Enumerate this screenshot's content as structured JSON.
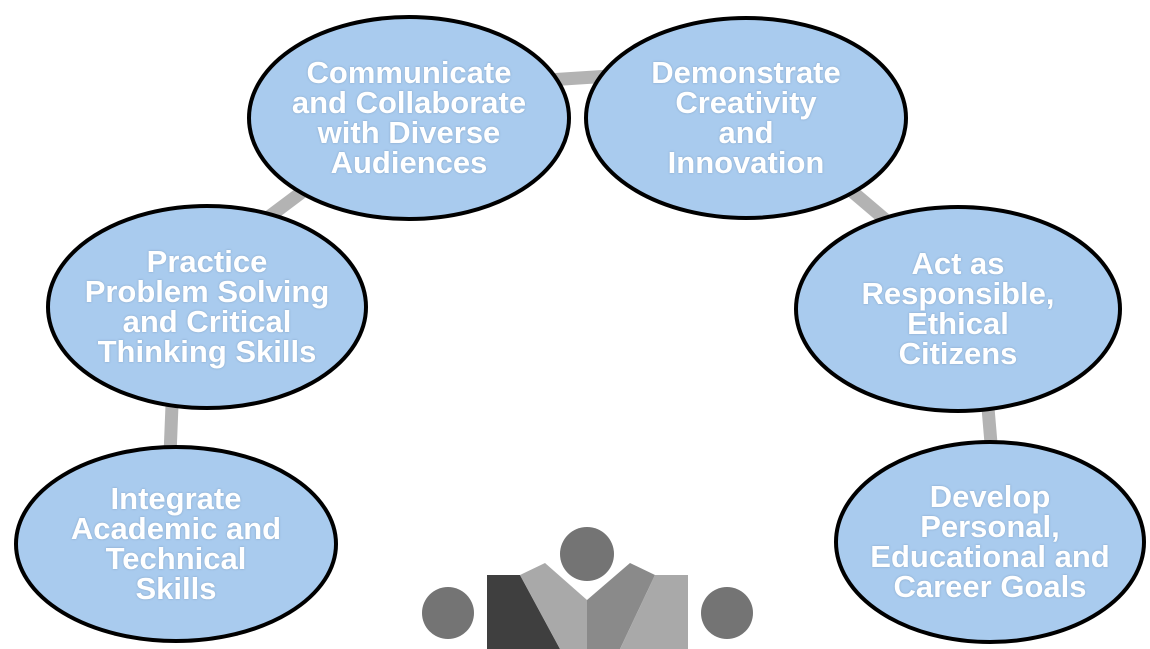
{
  "colors": {
    "node_fill": "#a9cbee",
    "node_stroke": "#000000",
    "connector": "#b3b3b3",
    "label_text": "#ffffff",
    "logo_dark": "#3f3f3f",
    "logo_mid": "#8a8a8a",
    "logo_light": "#a9a9a9",
    "logo_head": "#747474"
  },
  "nodes": [
    {
      "id": "integrate",
      "label": "Integrate\nAcademic and\nTechnical\nSkills"
    },
    {
      "id": "practice",
      "label": "Practice\nProblem Solving\nand Critical\nThinking Skills"
    },
    {
      "id": "communicate",
      "label": "Communicate\nand Collaborate\nwith Diverse\nAudiences"
    },
    {
      "id": "demonstrate",
      "label": "Demonstrate\nCreativity\nand\nInnovation"
    },
    {
      "id": "act",
      "label": "Act as\nResponsible,\nEthical\nCitizens"
    },
    {
      "id": "develop",
      "label": "Develop\nPersonal,\nEducational and\nCareer Goals"
    }
  ],
  "logo": {
    "icon": "people-group-icon"
  }
}
